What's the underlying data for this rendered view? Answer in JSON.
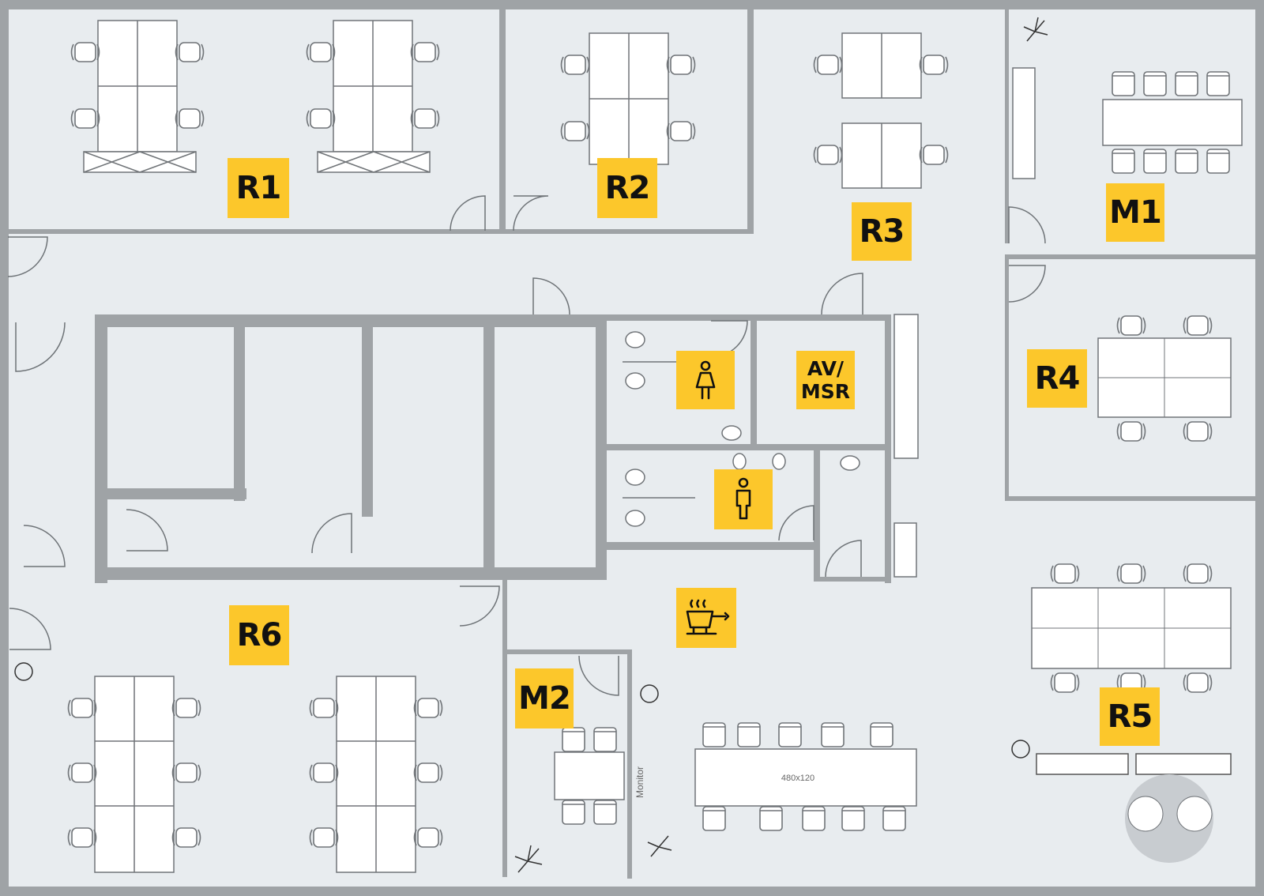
{
  "colors": {
    "floor": "#e8ecef",
    "wall": "#9fa3a6",
    "label_bg": "#fcc72b",
    "label_text": "#111111",
    "furniture": "#ffffff",
    "outline": "#6e7377"
  },
  "rooms": [
    {
      "id": "R1",
      "label": "R1"
    },
    {
      "id": "R2",
      "label": "R2"
    },
    {
      "id": "R3",
      "label": "R3"
    },
    {
      "id": "M1",
      "label": "M1"
    },
    {
      "id": "R4",
      "label": "R4"
    },
    {
      "id": "AV",
      "label": "AV/\nMSR"
    },
    {
      "id": "R5",
      "label": "R5"
    },
    {
      "id": "R6",
      "label": "R6"
    },
    {
      "id": "M2",
      "label": "M2"
    }
  ],
  "icons": [
    {
      "id": "women",
      "name": "womens-restroom-icon"
    },
    {
      "id": "men",
      "name": "mens-restroom-icon"
    },
    {
      "id": "kitchen",
      "name": "kitchen-icon"
    }
  ],
  "furniture_text": {
    "table": "480x120",
    "monitor": "Monitor"
  }
}
